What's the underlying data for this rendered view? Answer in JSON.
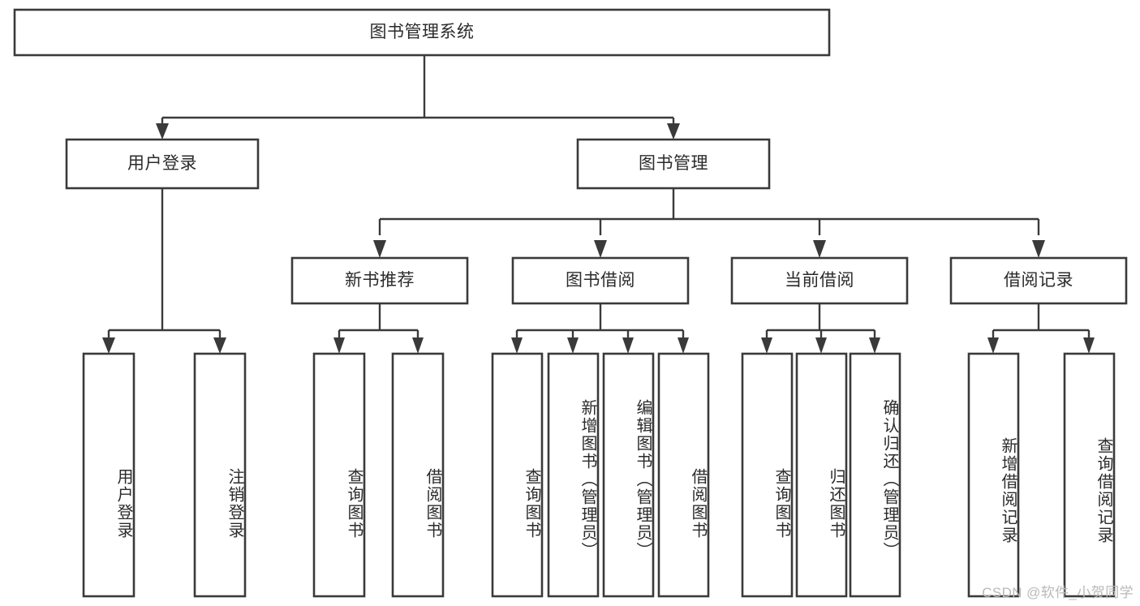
{
  "diagram": {
    "type": "tree-hierarchy-chart",
    "title": "图书管理系统",
    "watermark": "CSDN @软件_小贺同学",
    "colors": {
      "box_stroke": "#3a3a3a",
      "box_fill": "#ffffff",
      "text": "#2b2b2b",
      "connector": "#3a3a3a",
      "watermark": "#b9b9b9",
      "background": "#ffffff"
    },
    "levels": {
      "root": "图书管理系统",
      "level2": [
        "用户登录",
        "图书管理"
      ],
      "level3": [
        "新书推荐",
        "图书借阅",
        "当前借阅",
        "借阅记录"
      ]
    },
    "nodes": {
      "root": {
        "label": "图书管理系统",
        "orientation": "horizontal"
      },
      "user_login": {
        "label": "用户登录",
        "orientation": "horizontal"
      },
      "book_manage": {
        "label": "图书管理",
        "orientation": "horizontal"
      },
      "new_book_rec": {
        "label": "新书推荐",
        "orientation": "horizontal"
      },
      "book_borrow": {
        "label": "图书借阅",
        "orientation": "horizontal"
      },
      "current_borrow": {
        "label": "当前借阅",
        "orientation": "horizontal"
      },
      "borrow_record": {
        "label": "借阅记录",
        "orientation": "horizontal"
      },
      "leaf_user_login": {
        "label": "用户登录",
        "orientation": "vertical"
      },
      "leaf_logout_login": {
        "label": "注销登录",
        "orientation": "vertical"
      },
      "leaf_query_book_a": {
        "label": "查询图书",
        "orientation": "vertical"
      },
      "leaf_borrow_book_a": {
        "label": "借阅图书",
        "orientation": "vertical"
      },
      "leaf_query_book_b": {
        "label": "查询图书",
        "orientation": "vertical"
      },
      "leaf_add_book": {
        "label": "新增图书（管理员）",
        "orientation": "vertical"
      },
      "leaf_edit_book": {
        "label": "编辑图书（管理员）",
        "orientation": "vertical"
      },
      "leaf_borrow_book_b": {
        "label": "借阅图书",
        "orientation": "vertical"
      },
      "leaf_query_book_c": {
        "label": "查询图书",
        "orientation": "vertical"
      },
      "leaf_return_book": {
        "label": "归还图书",
        "orientation": "vertical"
      },
      "leaf_confirm_return": {
        "label": "确认归还（管理员）",
        "orientation": "vertical"
      },
      "leaf_add_record": {
        "label": "新增借阅记录",
        "orientation": "vertical"
      },
      "leaf_query_record": {
        "label": "查询借阅记录",
        "orientation": "vertical"
      }
    },
    "edges": [
      {
        "from": "root",
        "to": "user_login"
      },
      {
        "from": "root",
        "to": "book_manage"
      },
      {
        "from": "user_login",
        "to": "leaf_user_login"
      },
      {
        "from": "user_login",
        "to": "leaf_logout_login"
      },
      {
        "from": "book_manage",
        "to": "new_book_rec"
      },
      {
        "from": "book_manage",
        "to": "book_borrow"
      },
      {
        "from": "book_manage",
        "to": "current_borrow"
      },
      {
        "from": "book_manage",
        "to": "borrow_record"
      },
      {
        "from": "new_book_rec",
        "to": "leaf_query_book_a"
      },
      {
        "from": "new_book_rec",
        "to": "leaf_borrow_book_a"
      },
      {
        "from": "book_borrow",
        "to": "leaf_query_book_b"
      },
      {
        "from": "book_borrow",
        "to": "leaf_add_book"
      },
      {
        "from": "book_borrow",
        "to": "leaf_edit_book"
      },
      {
        "from": "book_borrow",
        "to": "leaf_borrow_book_b"
      },
      {
        "from": "current_borrow",
        "to": "leaf_query_book_c"
      },
      {
        "from": "current_borrow",
        "to": "leaf_return_book"
      },
      {
        "from": "current_borrow",
        "to": "leaf_confirm_return"
      },
      {
        "from": "borrow_record",
        "to": "leaf_add_record"
      },
      {
        "from": "borrow_record",
        "to": "leaf_query_record"
      }
    ]
  }
}
